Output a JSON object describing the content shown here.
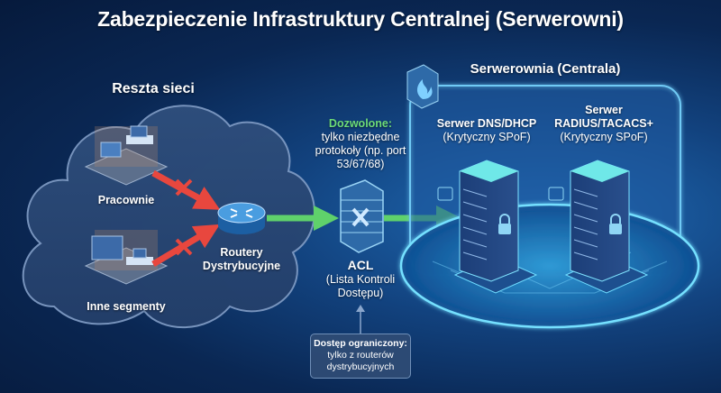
{
  "title": "Zabezpieczenie Infrastruktury Centralnej (Serwerowni)",
  "left_zone": {
    "title": "Reszta sieci",
    "nodes": [
      {
        "label": "Pracownie",
        "icon": "workstation-room-icon"
      },
      {
        "label": "Inne segmenty",
        "icon": "workstation-room-icon"
      }
    ],
    "router": {
      "label_line1": "Routery",
      "label_line2": "Dystrybucyjne",
      "icon": "router-icon"
    },
    "blocked_icon": "red-x-icon"
  },
  "acl": {
    "allowed_title": "Dozwolone:",
    "allowed_lines": [
      "tylko niezbędne",
      "protokoły (np. port",
      "53/67/68)"
    ],
    "label": "ACL",
    "label_sub_line1": "(Lista Kontroli",
    "label_sub_line2": "Dostępu)",
    "icon": "firewall-icon",
    "note_title": "Dostęp ograniczony:",
    "note_line1": "tylko z routerów",
    "note_line2": "dystrybucyjnych"
  },
  "server_room": {
    "title": "Serwerownia (Centrala)",
    "servers": [
      {
        "name_line1": "",
        "name_line2": "Serwer DNS/DHCP",
        "status": "(Krytyczny SPoF)"
      },
      {
        "name_line1": "Serwer",
        "name_line2": "RADIUS/TACACS+",
        "status": "(Krytyczny SPoF)"
      }
    ]
  },
  "colors": {
    "allowed": "#5fd16b",
    "blocked": "#e8473e",
    "accent": "#4fd6f0",
    "green_text": "#6ddc78"
  }
}
